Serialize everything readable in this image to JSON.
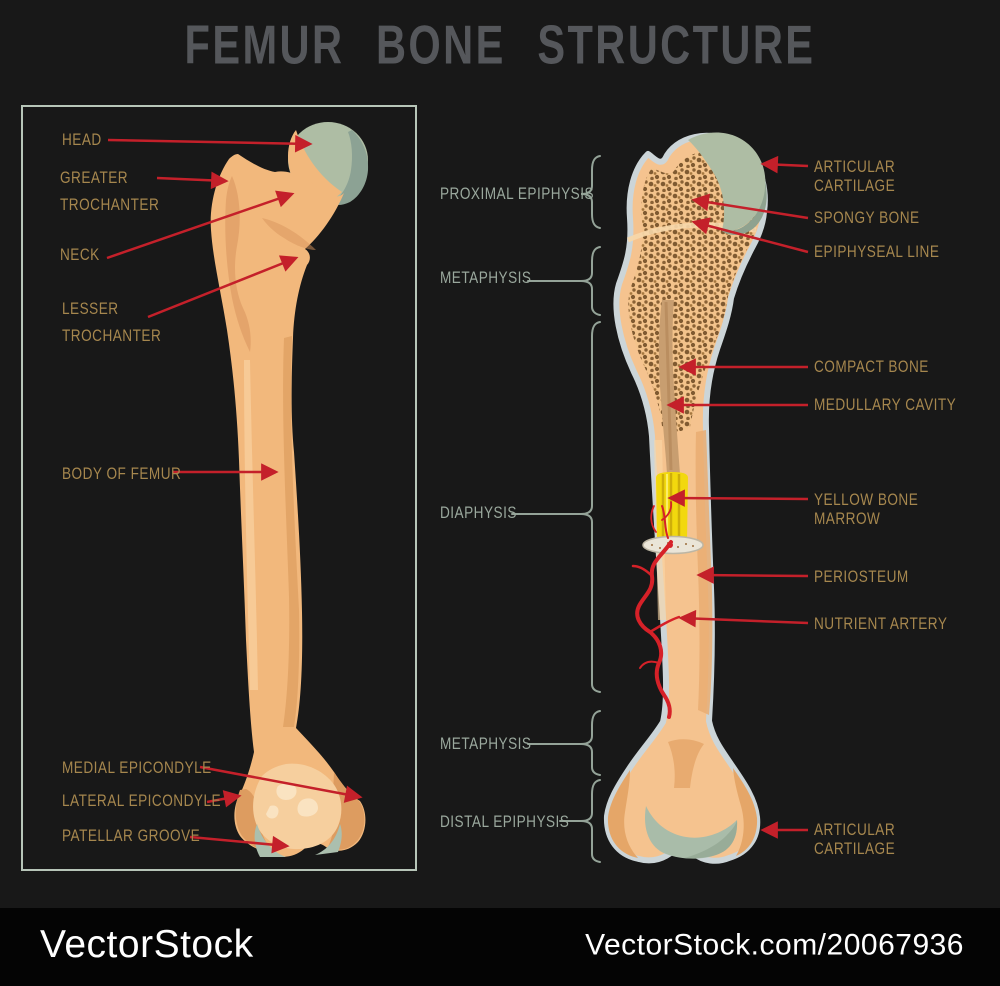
{
  "title": "FEMUR BONE STRUCTURE",
  "colors": {
    "bg": "#181818",
    "title": "#55575b",
    "gold": "#a6874e",
    "graygreen": "#9aa89d",
    "red": "#c4202a",
    "boxborder": "#b7c5b8",
    "bone": "#f2b87c",
    "bonecross": "#f5c38f",
    "cartilage": "#aebda4",
    "outline": "#ccd5d8",
    "marrow": "#f2d80e",
    "artery": "#d62128",
    "footerbg": "#040404"
  },
  "left_panel": {
    "labels": [
      {
        "text": "HEAD"
      },
      {
        "text": "GREATER\nTROCHANTER"
      },
      {
        "text": "NECK"
      },
      {
        "text": "LESSER\nTROCHANTER"
      },
      {
        "text": "BODY OF FEMUR"
      },
      {
        "text": "MEDIAL EPICONDYLE"
      },
      {
        "text": "LATERAL EPICONDYLE"
      },
      {
        "text": "PATELLAR GROOVE"
      }
    ]
  },
  "right_panel": {
    "region_labels": [
      {
        "text": "PROXIMAL EPIPHYSIS"
      },
      {
        "text": "METAPHYSIS"
      },
      {
        "text": "DIAPHYSIS"
      },
      {
        "text": "METAPHYSIS"
      },
      {
        "text": "DISTAL EPIPHYSIS"
      }
    ],
    "part_labels": [
      {
        "text": "ARTICULAR CARTILAGE"
      },
      {
        "text": "SPONGY BONE"
      },
      {
        "text": "EPIPHYSEAL LINE"
      },
      {
        "text": "COMPACT BONE"
      },
      {
        "text": "MEDULLARY CAVITY"
      },
      {
        "text": "YELLOW BONE MARROW"
      },
      {
        "text": "PERIOSTEUM"
      },
      {
        "text": "NUTRIENT ARTERY"
      },
      {
        "text": "ARTICULAR CARTILAGE"
      }
    ]
  },
  "footer": {
    "brand": "VectorStock",
    "watermark": "VectorStock.com/20067936"
  }
}
